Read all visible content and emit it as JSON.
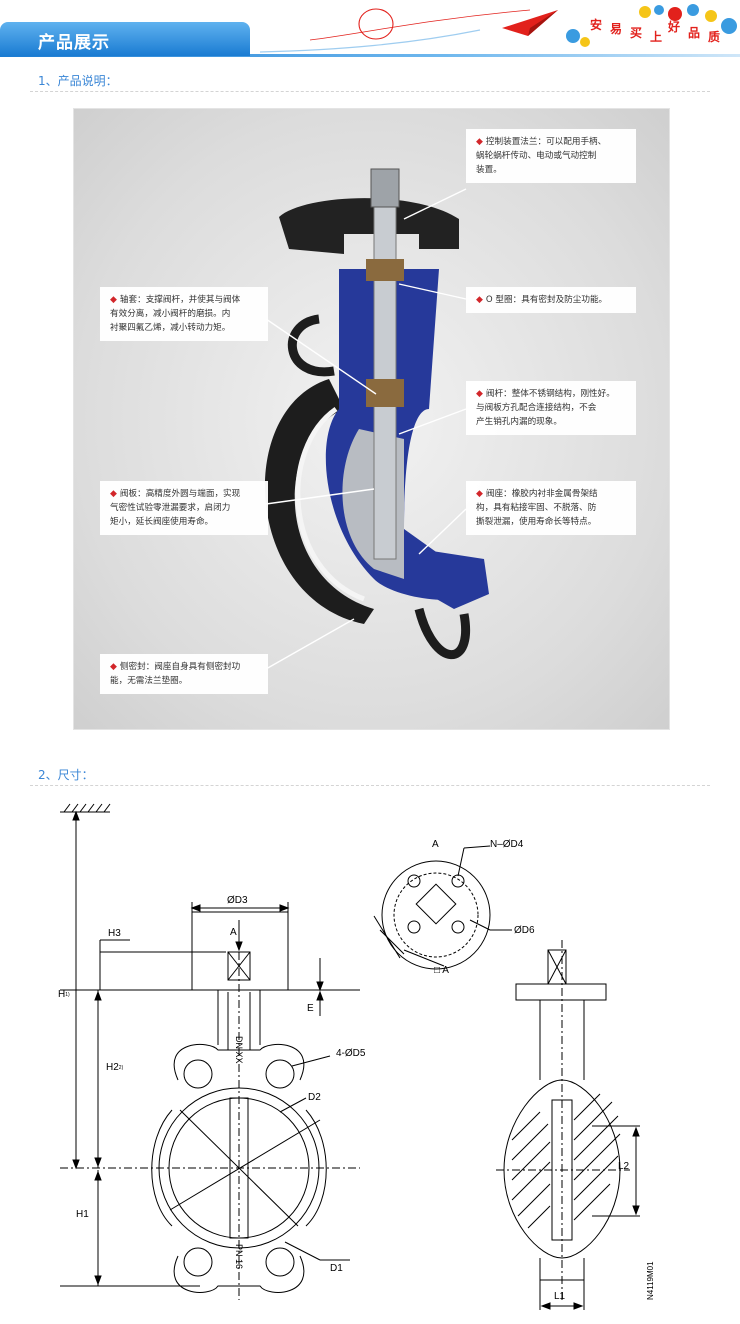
{
  "header": {
    "title": "产品展示",
    "slogan": [
      "安",
      "易",
      "买",
      "上",
      "好",
      "品",
      "质"
    ],
    "colors": {
      "accent": "#1a7bd2",
      "slogan": "#e2211c"
    }
  },
  "sections": {
    "description": "1、产品说明：",
    "dimensions": "2、尺寸："
  },
  "callouts": {
    "flange": [
      "控制装置法兰：可以配用手柄、",
      "蜗轮蜗杆传动、电动或气动控制",
      "装置。"
    ],
    "bushing": [
      "轴套：支撑阀杆，并使其与阀体",
      "有效分离，减小阀杆的磨损。内",
      "衬聚四氟乙烯，减小转动力矩。"
    ],
    "oring": [
      "O 型圈：具有密封及防尘功能。"
    ],
    "stem": [
      "阀杆：整体不锈钢结构，刚性好。",
      "与阀板方孔配合连接结构，不会",
      "产生销孔内漏的现象。"
    ],
    "disc": [
      "阀板：高精度外圆与端面，实现",
      "气密性试验零泄漏要求，启闭力",
      "矩小，延长阀座使用寿命。"
    ],
    "seat": [
      "阀座：橡胶内衬非金属骨架结",
      "构，具有粘接牢固、不脱落、防",
      "撕裂泄漏，使用寿命长等特点。"
    ],
    "side_seal": [
      "侧密封：阀座自身具有侧密封功",
      "能，无需法兰垫圈。"
    ]
  },
  "drawing": {
    "labels": {
      "od3": "ØD3",
      "h3": "H3",
      "a_top": "A",
      "h1_total": "H",
      "h1_total_sup": "1)",
      "e": "E",
      "h2": "H2",
      "h2_sup": "2)",
      "bolt": "4-ØD5",
      "d2": "D2",
      "h1": "H1",
      "d1": "D1",
      "dn": "DN XX",
      "pn": "PN 16",
      "a_flange": "A",
      "n_d4": "N–ØD4",
      "d6": "ØD6",
      "square_a": "□ A",
      "l2": "L2",
      "l1": "L1",
      "code": "N4119M01"
    }
  }
}
